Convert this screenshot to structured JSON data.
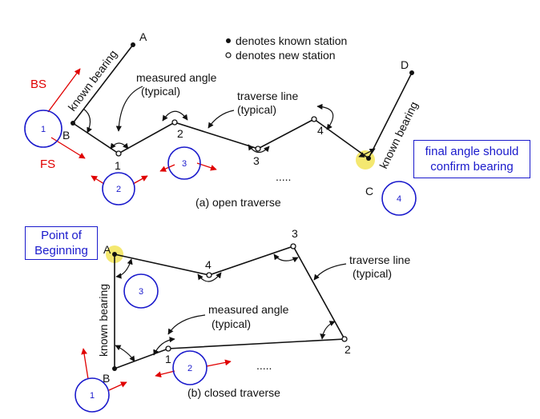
{
  "legend": {
    "known": "denotes known station",
    "new": "denotes new station"
  },
  "open": {
    "caption": "(a) open traverse",
    "stations": {
      "A": "A",
      "B": "B",
      "s1": "1",
      "s2": "2",
      "s3": "3",
      "s4": "4",
      "C": "C",
      "D": "D"
    },
    "known_bearing_left": "known bearing",
    "known_bearing_right": "known bearing",
    "measured_angle_1": "measured angle",
    "measured_angle_2": "(typical)",
    "traverse_line_1": "traverse line",
    "traverse_line_2": "(typical)",
    "dots": "....."
  },
  "closed": {
    "caption": "(b) closed traverse",
    "stations": {
      "A": "A",
      "B": "B",
      "s1": "1",
      "s2": "2",
      "s3": "3",
      "s4": "4"
    },
    "known_bearing": "known bearing",
    "measured_angle_1": "measured angle",
    "measured_angle_2": "(typical)",
    "traverse_line_1": "traverse line",
    "traverse_line_2": "(typical)",
    "dots": "....."
  },
  "annotations": {
    "bs": "BS",
    "fs": "FS",
    "final_note_1": "final angle should",
    "final_note_2": "confirm bearing",
    "pob_1": "Point of",
    "pob_2": "Beginning",
    "open_circles": [
      "1",
      "2",
      "3",
      "4"
    ],
    "closed_circles": [
      "1",
      "2",
      "3"
    ]
  },
  "colors": {
    "ink": "#111111",
    "annotation_red": "#e00000",
    "annotation_blue": "#1a1acc",
    "highlight": "#f0e040"
  }
}
